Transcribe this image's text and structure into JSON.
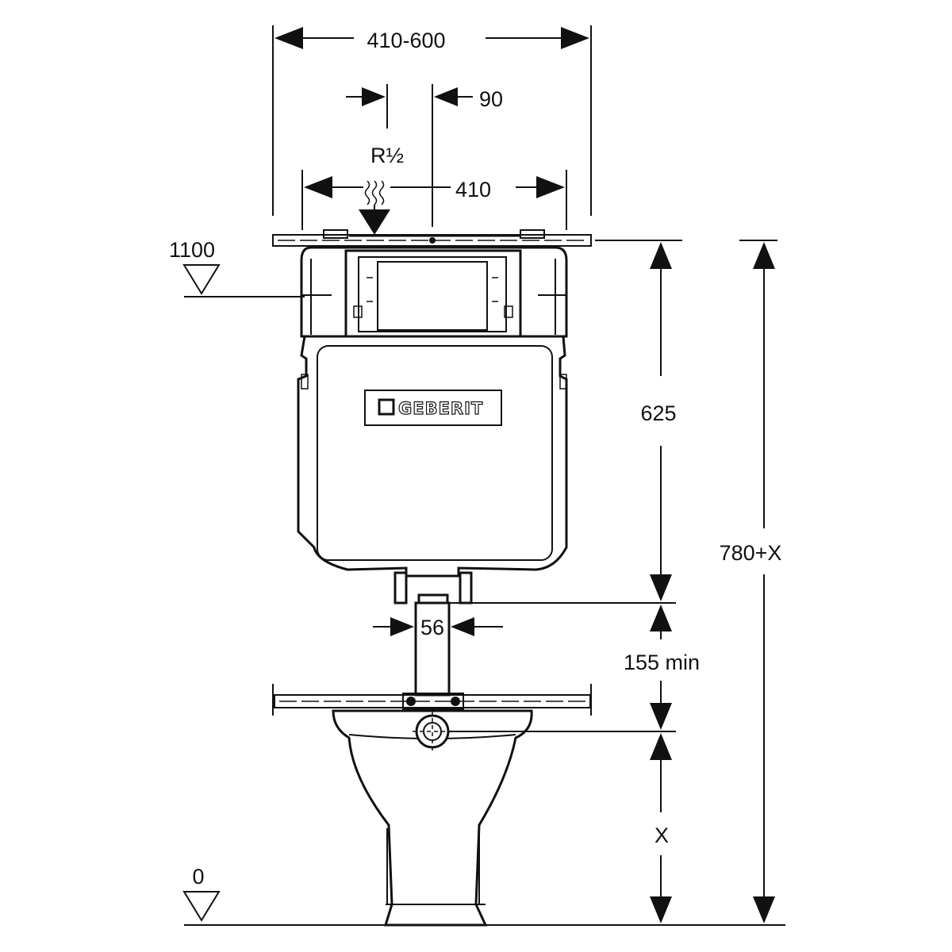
{
  "diagram": {
    "brand": {
      "logo_text": "GEBERIT",
      "color": "#111111"
    },
    "dimensions": {
      "frame_width": "410-600",
      "inlet_offset": "90",
      "inlet_thread": "R½",
      "inner_width": "410",
      "cistern_height": "625",
      "total_height": "780+X",
      "pipe_diameter": "56",
      "pipe_min": "155 min",
      "pan_height": "X"
    },
    "levels": {
      "top_level": "1100",
      "floor_level": "0"
    }
  }
}
